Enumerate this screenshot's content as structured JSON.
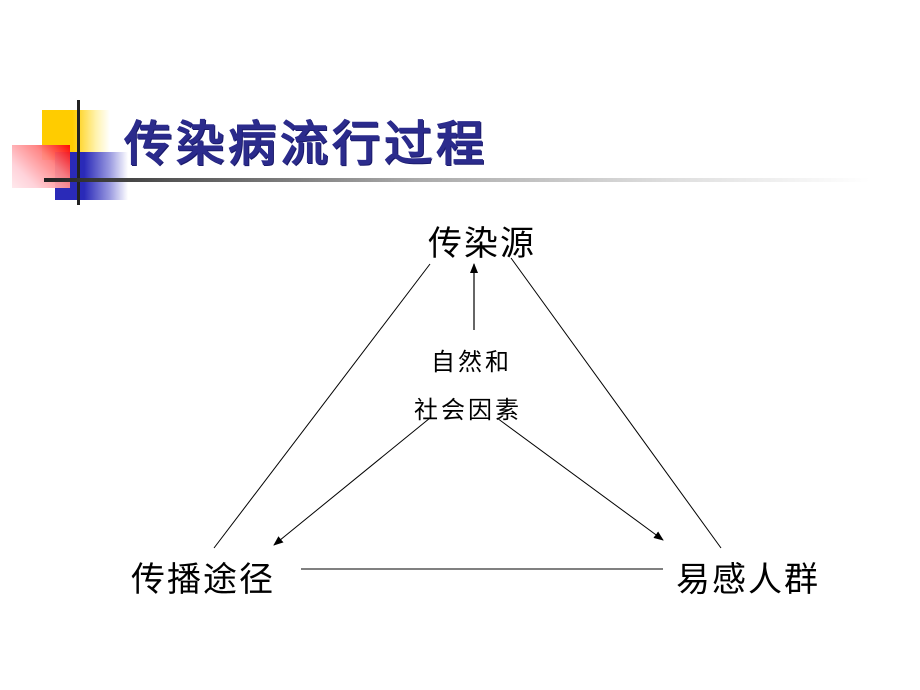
{
  "slide": {
    "title": "传染病流行过程",
    "title_color": "#2b2b8c",
    "decoration": {
      "yellow": "#ffcc00",
      "red": "#ff0000",
      "blue": "#2a2ab8"
    }
  },
  "diagram": {
    "nodes": {
      "source": "传染源",
      "route": "传播途径",
      "susceptible": "易感人群"
    },
    "center": {
      "line1": "自然和",
      "line2": "社会因素"
    },
    "edges": [
      {
        "from": "source",
        "to": "route",
        "arrow": false
      },
      {
        "from": "source",
        "to": "susceptible",
        "arrow": false
      },
      {
        "from": "route",
        "to": "susceptible",
        "arrow": false
      },
      {
        "from": "center",
        "to": "source",
        "arrow": true
      },
      {
        "from": "center",
        "to": "route",
        "arrow": true
      },
      {
        "from": "center",
        "to": "susceptible",
        "arrow": true
      }
    ]
  }
}
